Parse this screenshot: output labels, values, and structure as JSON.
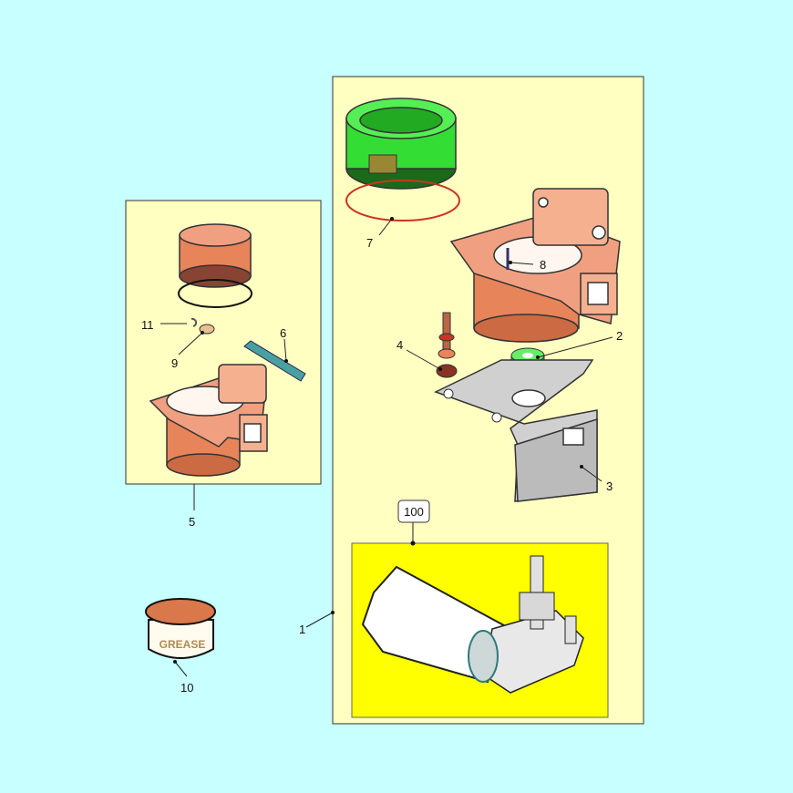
{
  "title": "Wiper motor assembly exploded parts diagram",
  "colors": {
    "background": "#c8ffff",
    "panel": "#ffffc2",
    "motor_box": "#ffff00",
    "copper": "#e8845a",
    "green": "#33dd33",
    "bracket": "#cfcfcf"
  },
  "callouts": {
    "p1": "1",
    "p2": "2",
    "p3": "3",
    "p4": "4",
    "p5": "5",
    "p6": "6",
    "p7": "7",
    "p8": "8",
    "p9": "9",
    "p10": "10",
    "p11": "11",
    "p100": "100"
  },
  "grease_label": "GREASE"
}
